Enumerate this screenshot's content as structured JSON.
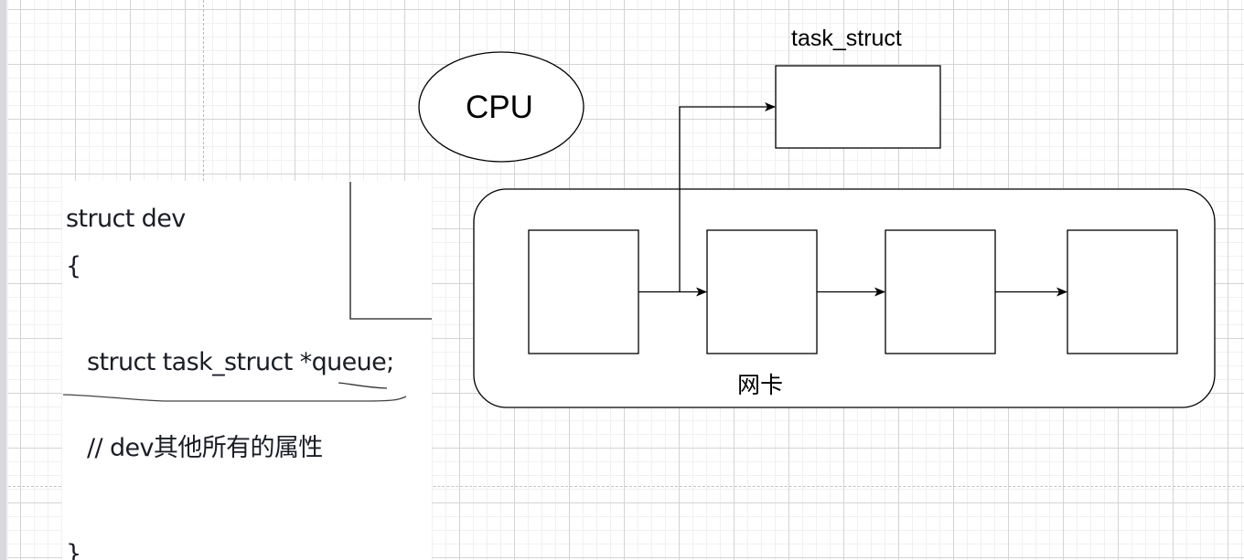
{
  "diagram": {
    "cpu": {
      "label": "CPU"
    },
    "task_struct": {
      "label": "task_struct"
    },
    "nic": {
      "label": "网卡",
      "queue_nodes": 4
    }
  },
  "code_snippet": {
    "lines": [
      "struct dev",
      "{",
      "struct task_struct *queue;",
      "// dev其他所有的属性",
      "}"
    ]
  },
  "colors": {
    "stroke": "#000000",
    "grid_major": "#d4d4d4",
    "grid_minor": "#f1f1f1",
    "code_text": "#1a1d24"
  }
}
